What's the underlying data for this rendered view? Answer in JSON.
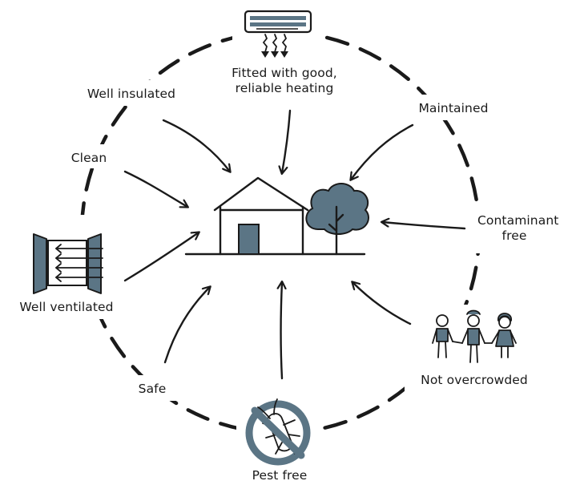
{
  "labels": {
    "heating": [
      "Fitted with good,",
      "reliable heating"
    ],
    "insulated": "Well insulated",
    "maintained": "Maintained",
    "clean": "Clean",
    "contaminant": [
      "Contaminant",
      "free"
    ],
    "ventilated": "Well ventilated",
    "overcrowded": "Not overcrowded",
    "safe": "Safe",
    "pest": "Pest free"
  },
  "colors": {
    "ink": "#1a1a1a",
    "accent": "#5b7585",
    "accent_light": "#7f97a6"
  },
  "icons": {
    "heater": "air-heater-icon",
    "ventilation": "window-ventilation-icon",
    "people": "family-people-icon",
    "pest": "no-cockroach-icon",
    "house": "house-icon",
    "tree": "tree-icon"
  }
}
